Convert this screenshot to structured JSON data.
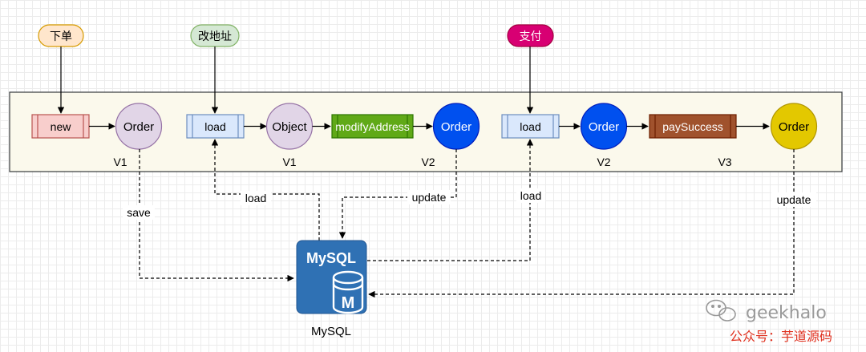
{
  "events": {
    "place_order": "下单",
    "change_address": "改地址",
    "pay": "支付"
  },
  "nodes": {
    "cmd_new": "new",
    "order_1": "Order",
    "cmd_load_1": "load",
    "object_1": "Object",
    "cmd_modify": "modifyAddress",
    "order_2": "Order",
    "cmd_load_2": "load",
    "order_3": "Order",
    "cmd_pay": "paySuccess",
    "order_4": "Order"
  },
  "versions": {
    "v_order_1": "V1",
    "v_object_1": "V1",
    "v_order_2": "V2",
    "v_order_3": "V2",
    "v_order_4": "V3"
  },
  "edges": {
    "save": "save",
    "load_1": "load",
    "update_1": "update",
    "load_2": "load",
    "update_2": "update"
  },
  "database": {
    "icon_text": "MySQL",
    "icon_letter": "M",
    "label": "MySQL"
  },
  "watermark": {
    "handle": "geekhalo",
    "account": "公众号：芋道源码"
  },
  "colors": {
    "pool_fill": "#fbf9ec",
    "cmd_new_fill": "#f8cecc",
    "cmd_new_stroke": "#b85450",
    "cmd_load_fill": "#dae8fc",
    "cmd_load_stroke": "#6c8ebf",
    "cmd_modify_fill": "#60a917",
    "cmd_pay_fill": "#a0522d",
    "order_v1_fill": "#e1d5e7",
    "order_v2_fill": "#0050ef",
    "order_v3_fill": "#e3c800",
    "event_order_fill": "#ffe6cc",
    "event_address_fill": "#d5e8d4",
    "event_pay_fill": "#d80073",
    "mysql_fill": "#2f71b4"
  }
}
